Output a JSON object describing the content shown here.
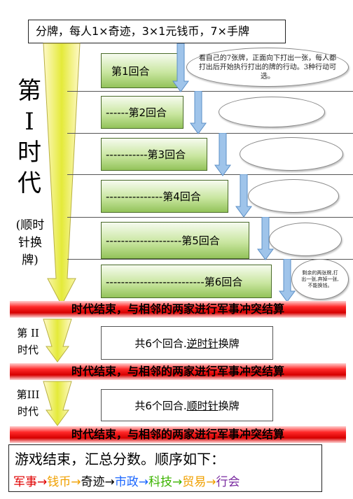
{
  "header": {
    "text": "分牌，每人1×奇迹，3×1元钱币，7×手牌"
  },
  "era1": {
    "label_main": [
      "第",
      "I",
      "时",
      "代"
    ],
    "label_sub": [
      "(顺时",
      "针换",
      "牌)"
    ],
    "rounds": [
      {
        "label": "第1回合",
        "bubble": "看自己的7张牌，正面向下打出一张，每人都打出后开始执行打出的牌的行动。3种行动可选。"
      },
      {
        "label": "------第2回合",
        "bubble": ""
      },
      {
        "label": "-----------第3回合",
        "bubble": ""
      },
      {
        "label": "---------------第4回合",
        "bubble": ""
      },
      {
        "label": "--------------------第5回合",
        "bubble": ""
      },
      {
        "label": "--------------------------第6回合",
        "bubble": "剩余的两张牌,打出一张,弃掉一张,不能换钱。"
      }
    ]
  },
  "era_end": "时代结束，与相邻的两家进行军事冲突结算",
  "era2": {
    "label": [
      "第 II",
      "时代"
    ],
    "pre": "共6个回合.",
    "dir": "逆时针",
    "post": "换牌"
  },
  "era3": {
    "label": [
      "第III",
      "时代"
    ],
    "pre": "共6个回合.",
    "dir": "顺时针",
    "post": "换牌"
  },
  "ending": {
    "title": "游戏结束，汇总分数。顺序如下：",
    "order": [
      {
        "text": "军事",
        "color": "#e00000"
      },
      {
        "text": "钱币",
        "color": "#f0a000"
      },
      {
        "text": "奇迹",
        "color": "#000000"
      },
      {
        "text": "市政",
        "color": "#1a66ff"
      },
      {
        "text": "科技",
        "color": "#3cb400"
      },
      {
        "text": "贸易",
        "color": "#f0a000"
      },
      {
        "text": "行会",
        "color": "#7a2aa0"
      }
    ],
    "arrow": "→"
  }
}
